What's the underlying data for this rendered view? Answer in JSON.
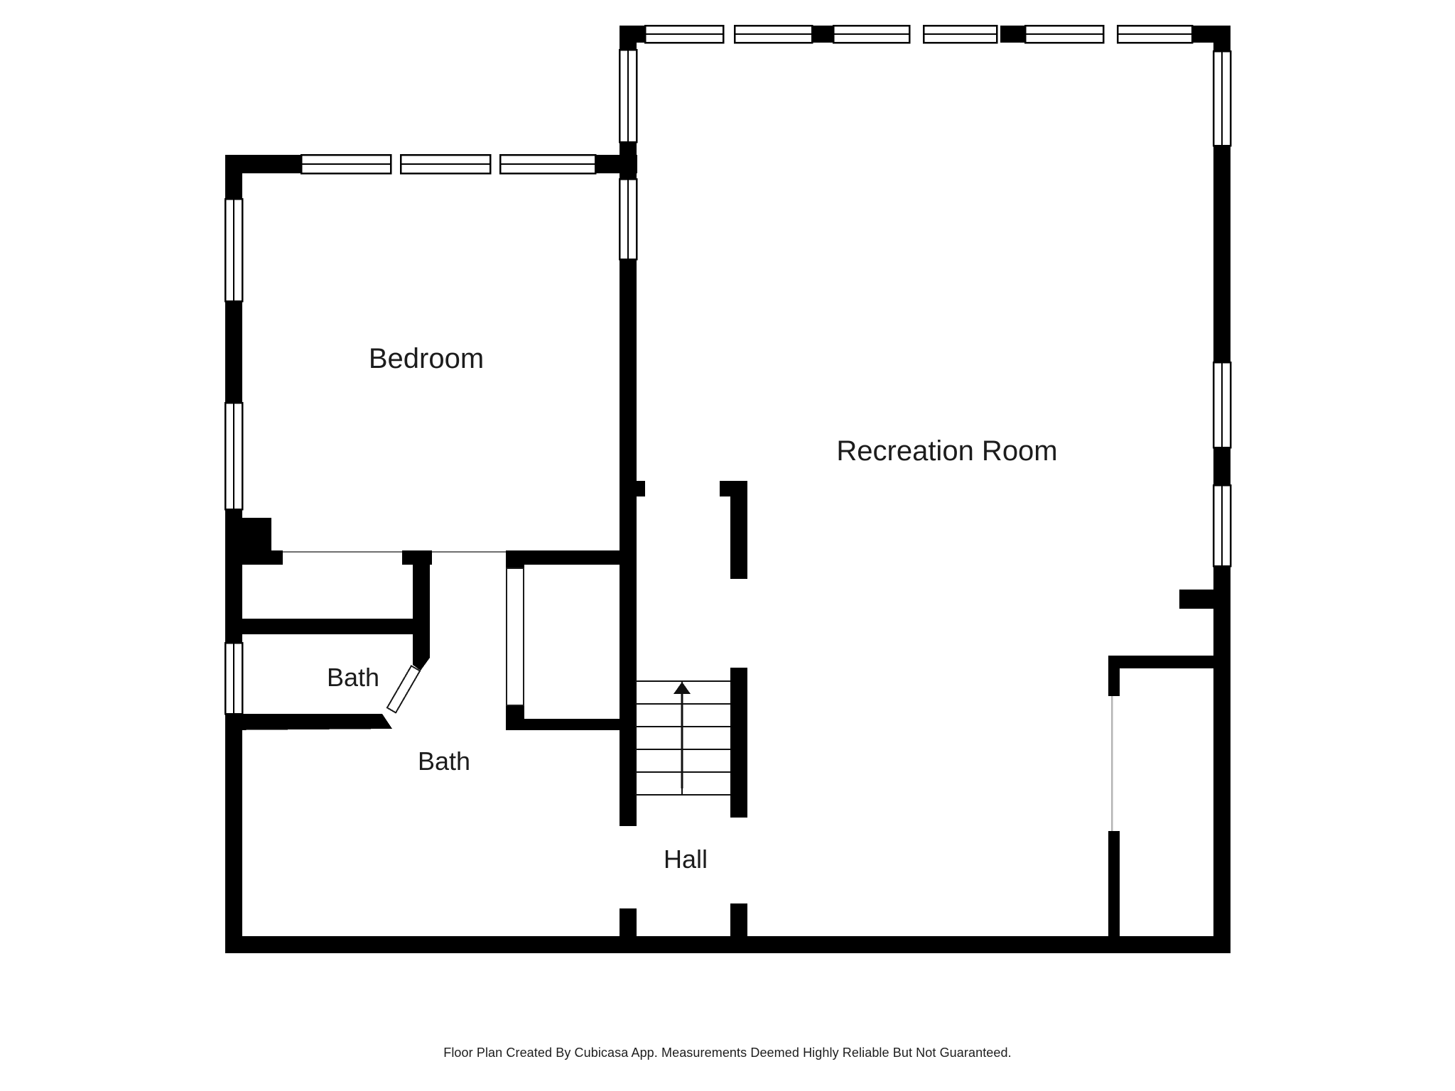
{
  "floor_plan": {
    "app_name": "Cubicasa",
    "rooms": {
      "bedroom": {
        "label": "Bedroom"
      },
      "recreation_room": {
        "label": "Recreation Room"
      },
      "bath_small": {
        "label": "Bath"
      },
      "bath_large": {
        "label": "Bath"
      },
      "hall": {
        "label": "Hall"
      }
    },
    "stairs": {
      "icon": "up-arrow",
      "direction": "up",
      "steps_shown": 5
    },
    "colors": {
      "wall": "#000000",
      "background": "#ffffff",
      "label_text": "#1c1c1c",
      "opening_line": "#6f6f6f",
      "closet_opening_line": "#b5b5b5"
    },
    "footer": {
      "disclaimer": "Floor Plan Created By Cubicasa App. Measurements Deemed Highly Reliable But Not Guaranteed."
    }
  }
}
